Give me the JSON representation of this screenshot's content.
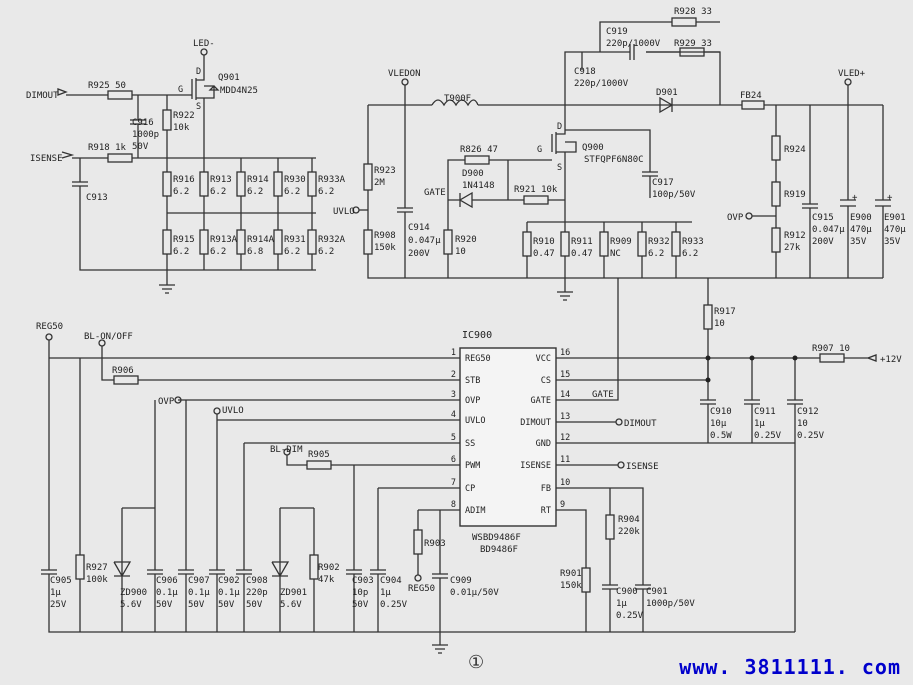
{
  "colors": {
    "background": "#e9e9e9",
    "ink": "#333333",
    "watermark": "#0000cc"
  },
  "footer": {
    "url": "www. 3811111. com",
    "figure_mark": "①"
  },
  "ic": {
    "name": "IC900",
    "part1": "WSBD9486F",
    "part2": "BD9486F",
    "left_pins": [
      {
        "num": "1",
        "name": "REG50"
      },
      {
        "num": "2",
        "name": "STB"
      },
      {
        "num": "3",
        "name": "OVP"
      },
      {
        "num": "4",
        "name": "UVLO"
      },
      {
        "num": "5",
        "name": "SS"
      },
      {
        "num": "6",
        "name": "PWM"
      },
      {
        "num": "7",
        "name": "CP"
      },
      {
        "num": "8",
        "name": "ADIM"
      }
    ],
    "right_pins": [
      {
        "num": "16",
        "name": "VCC"
      },
      {
        "num": "15",
        "name": "CS"
      },
      {
        "num": "14",
        "name": "GATE"
      },
      {
        "num": "13",
        "name": "DIMOUT"
      },
      {
        "num": "12",
        "name": "GND"
      },
      {
        "num": "11",
        "name": "ISENSE"
      },
      {
        "num": "10",
        "name": "FB"
      },
      {
        "num": "9",
        "name": "RT"
      }
    ]
  },
  "nets": {
    "led_minus": "LED-",
    "dimout": "DIMOUT",
    "isense": "ISENSE",
    "vledon": "VLEDON",
    "vled_plus": "VLED+",
    "uvlo": "UVLO",
    "gate": "GATE",
    "ovp": "OVP",
    "reg50": "REG50",
    "bl_onoff": "BL-ON/OFF",
    "bl_dim": "BL-DIM",
    "plus12": "+12V",
    "gate_pin": "GATE",
    "dimout_pin": "DIMOUT",
    "isense_pin": "ISENSE",
    "reg50_low": "REG50",
    "ovp_low": "OVP",
    "uvlo_low": "UVLO"
  },
  "parts": {
    "r925": "R925 50",
    "q901": "Q901",
    "q901v": "MDD4N25",
    "r922": "R922",
    "r922v": "10k",
    "c916": "C916",
    "c916v": "1000p",
    "c916w": "50V",
    "r918": "R918 1k",
    "c913": "C913",
    "r916": "R916",
    "r916v": "6.2",
    "r913": "R913",
    "r913v": "6.2",
    "r914": "R914",
    "r914v": "6.2",
    "r930": "R930",
    "r930v": "6.2",
    "r933a": "R933A",
    "r933av": "6.2",
    "r915": "R915",
    "r915v": "6.2",
    "r913a": "R913A",
    "r913av": "6.2",
    "r914a": "R914A",
    "r914av": "6.8",
    "r931": "R931",
    "r931v": "6.2",
    "r932a": "R932A",
    "r932av": "6.2",
    "r928": "R928 33",
    "r929": "R929 33",
    "c919": "C919",
    "c919v": "220p/1000V",
    "c918": "C918",
    "c918v": "220p/1000V",
    "t900f": "T900F",
    "d901": "D901",
    "fb24": "FB24",
    "q900": "Q900",
    "q900v": "STFQPF6N80C",
    "r826": "R826 47",
    "d900": "D900",
    "d900v": "1N4148",
    "r921": "R921 10k",
    "c917": "C917",
    "c917v": "100p/50V",
    "r923": "R923",
    "r923v": "2M",
    "r908": "R908",
    "r908v": "150k",
    "c914": "C914",
    "c914v": "0.047μ",
    "c914w": "200V",
    "r920": "R920",
    "r920v": "10",
    "r910": "R910",
    "r910v": "0.47",
    "r911": "R911",
    "r911v": "0.47",
    "r909": "R909",
    "r909v": "NC",
    "r932": "R932",
    "r932v": "6.2",
    "r933": "R933",
    "r933v": "6.2",
    "r924": "R924",
    "r919": "R919",
    "r912": "R912",
    "r912v": "27k",
    "c915": "C915",
    "c915v": "0.047μ",
    "c915w": "200V",
    "e900": "E900",
    "e900v": "470μ",
    "e900w": "35V",
    "e901": "E901",
    "e901v": "470μ",
    "e901w": "35V",
    "r917": "R917",
    "r917v": "10",
    "r907": "R907 10",
    "r906": "R906",
    "r905": "R905",
    "c910": "C910",
    "c910v": "10μ",
    "c910w": "0.5W",
    "c911": "C911",
    "c911v": "1μ",
    "c911w": "0.25V",
    "c912": "C912",
    "c912v": "10",
    "c912w": "0.25V",
    "c905": "C905",
    "c905v": "1μ",
    "c905w": "25V",
    "r927": "R927",
    "r927v": "100k",
    "zd900": "ZD900",
    "zd900v": "5.6V",
    "c906": "C906",
    "c906v": "0.1μ",
    "c906w": "50V",
    "c907": "C907",
    "c907v": "0.1μ",
    "c907w": "50V",
    "c902": "C902",
    "c902v": "0.1μ",
    "c902w": "50V",
    "c908": "C908",
    "c908v": "220p",
    "c908w": "50V",
    "zd901": "ZD901",
    "zd901v": "5.6V",
    "r902": "R902",
    "r902v": "47k",
    "c903": "C903",
    "c903v": "10p",
    "c903w": "50V",
    "c904": "C904",
    "c904v": "1μ",
    "c904w": "0.25V",
    "r903": "R903",
    "c909": "C909",
    "c909v": "0.01μ/50V",
    "r901": "R901",
    "r901v": "150k",
    "r904": "R904",
    "r904v": "220k",
    "c900": "C900",
    "c900v": "1μ",
    "c900w": "0.25V",
    "c901": "C901",
    "c901v": "1000p/50V"
  }
}
